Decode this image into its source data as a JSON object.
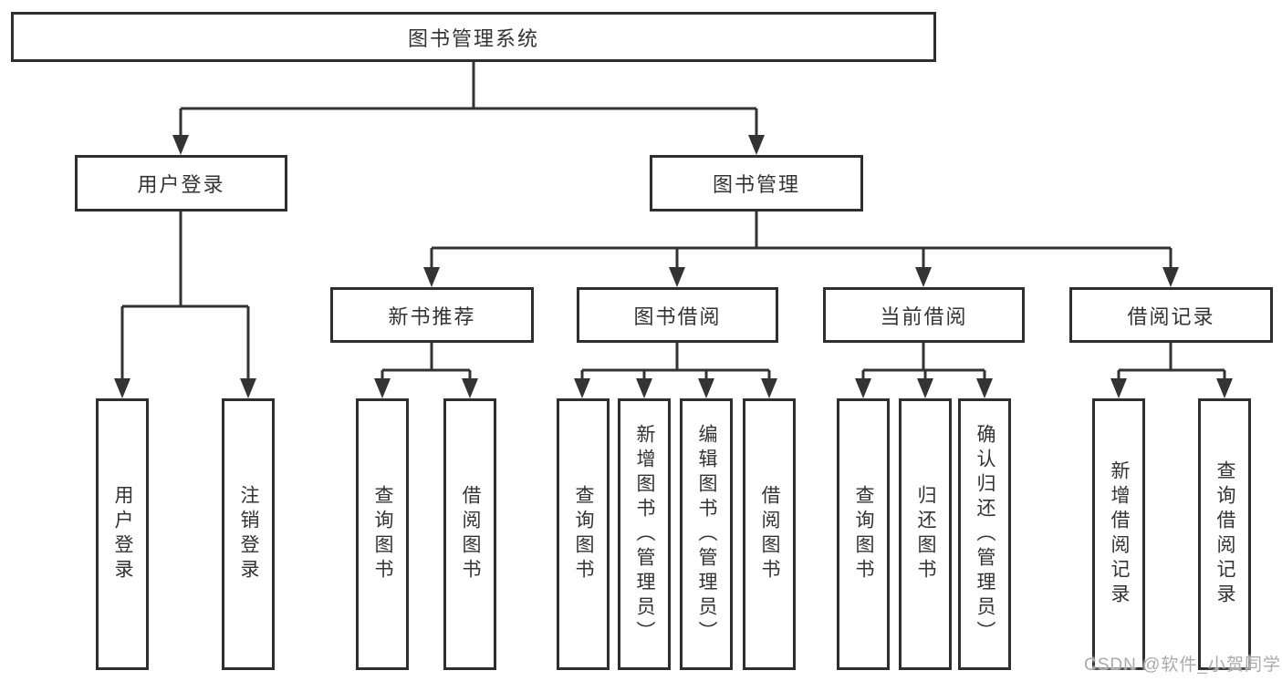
{
  "diagram": {
    "type": "hierarchy-tree",
    "watermark": "CSDN @软件_小贺同学",
    "colors": {
      "background": "#ffffff",
      "box_fill": "#ffffff",
      "box_border": "#2e2e2e",
      "line": "#333333",
      "text": "#333333",
      "watermark": "#ababab"
    }
  },
  "nodes": {
    "root": {
      "label": "图书管理系统"
    },
    "level2": [
      {
        "label": "用户登录",
        "children": [
          "用户登录",
          "注销登录"
        ]
      },
      {
        "label": "图书管理",
        "children": [
          "新书推荐",
          "图书借阅",
          "当前借阅",
          "借阅记录"
        ]
      }
    ],
    "level3": [
      {
        "label": "新书推荐",
        "children": [
          "查询图书",
          "借阅图书"
        ]
      },
      {
        "label": "图书借阅",
        "children": [
          "查询图书",
          "新增图书（管理员）",
          "编辑图书（管理员）",
          "借阅图书"
        ]
      },
      {
        "label": "当前借阅",
        "children": [
          "查询图书",
          "归还图书",
          "确认归还（管理员）"
        ]
      },
      {
        "label": "借阅记录",
        "children": [
          "新增借阅记录",
          "查询借阅记录"
        ]
      }
    ]
  }
}
